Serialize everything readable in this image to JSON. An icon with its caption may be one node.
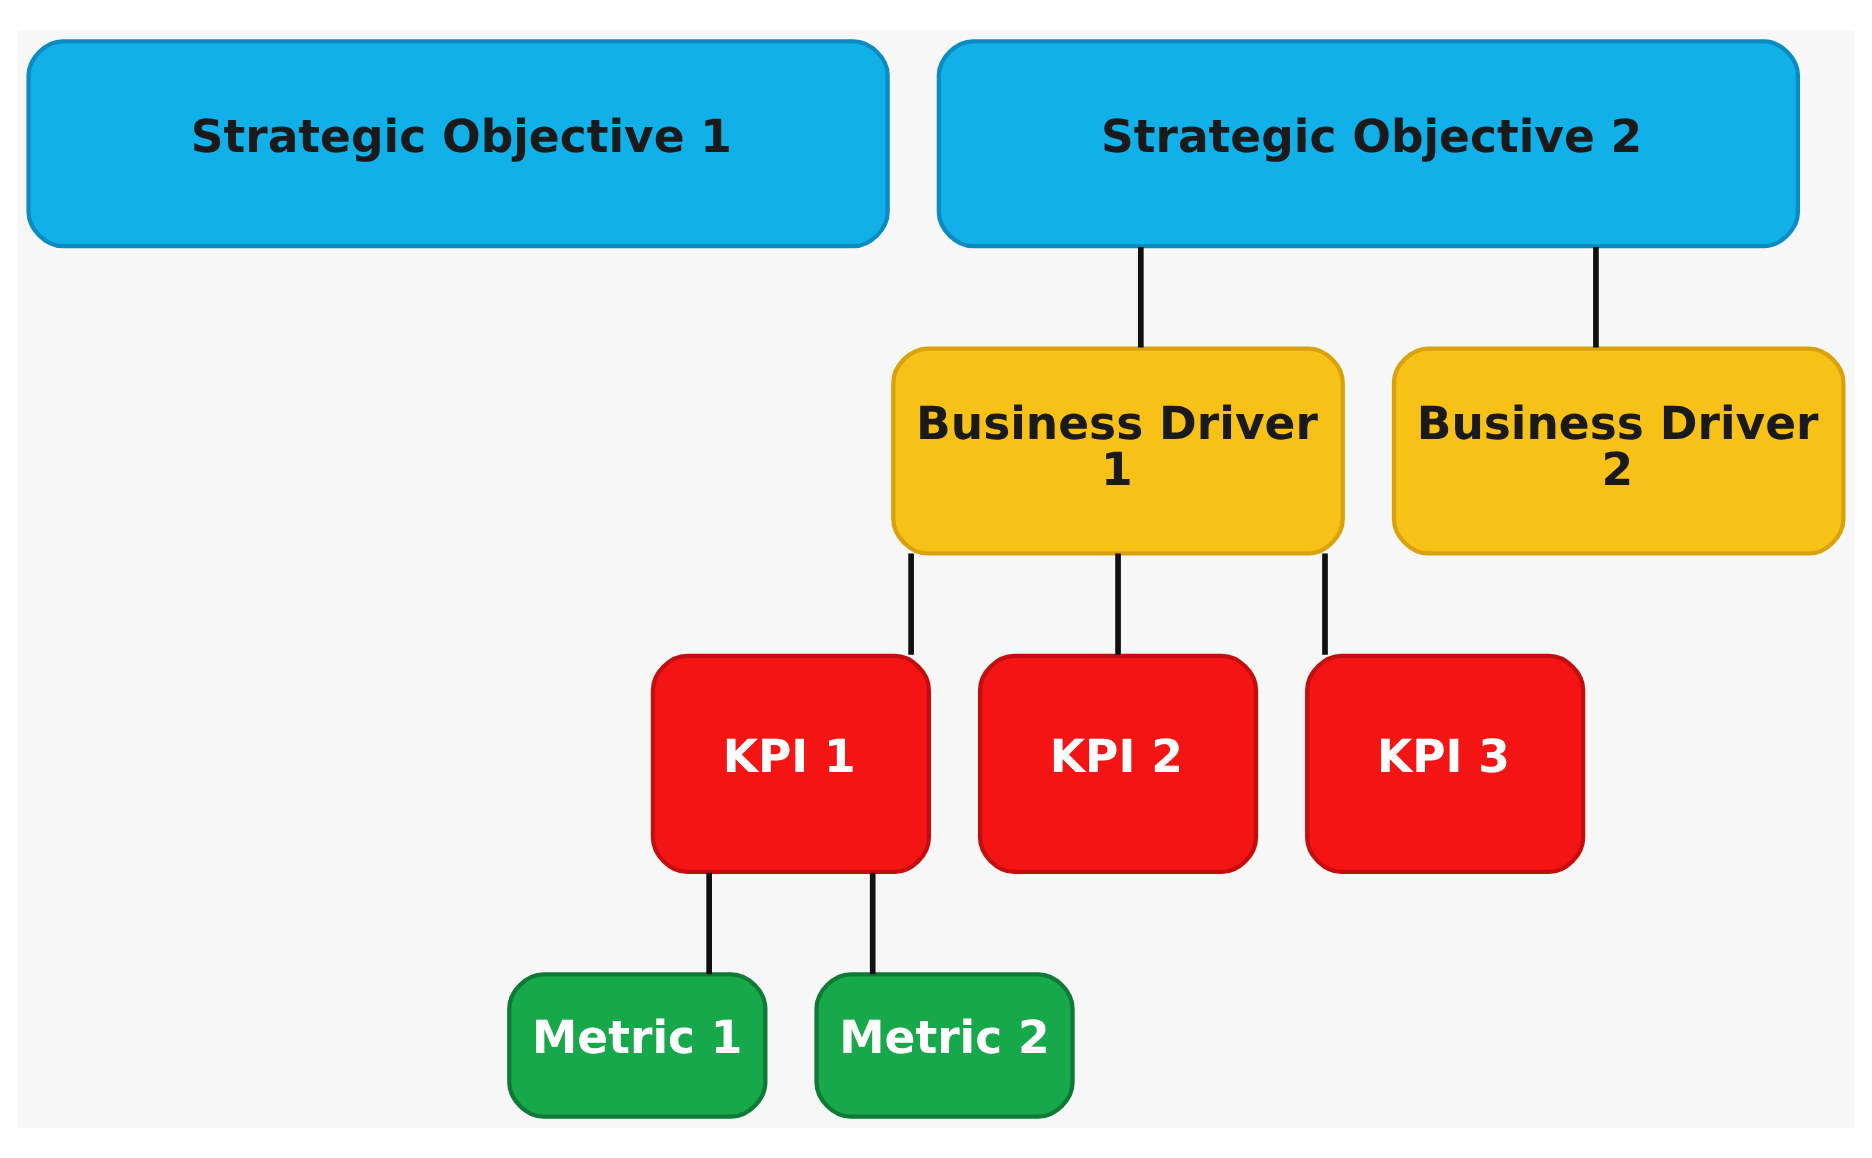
{
  "diagram": {
    "nodes": [
      {
        "text": [
          "Strategic Objective 1"
        ]
      },
      {
        "text": [
          "Strategic Objective 2"
        ]
      },
      {
        "text": [
          "Business Driver 1"
        ]
      },
      {
        "text": [
          "Business Driver 2"
        ]
      },
      {
        "text": [
          "KPI 1"
        ]
      },
      {
        "text": [
          "KPI 2"
        ]
      },
      {
        "text": [
          "KPI 3"
        ]
      },
      {
        "text": [
          "Metric 1"
        ]
      },
      {
        "text": [
          "Metric 2"
        ]
      }
    ],
    "edges": [
      {
        "from": 1,
        "to": 2,
        "arrow": "none"
      },
      {
        "from": 1,
        "to": 3,
        "arrow": "none"
      },
      {
        "from": 2,
        "to": 4,
        "arrow": "none"
      },
      {
        "from": 2,
        "to": 5,
        "arrow": "none"
      },
      {
        "from": 2,
        "to": 6,
        "arrow": "none"
      },
      {
        "from": 4,
        "to": 7,
        "arrow": "none"
      },
      {
        "from": 4,
        "to": 8,
        "arrow": "none"
      }
    ]
  }
}
